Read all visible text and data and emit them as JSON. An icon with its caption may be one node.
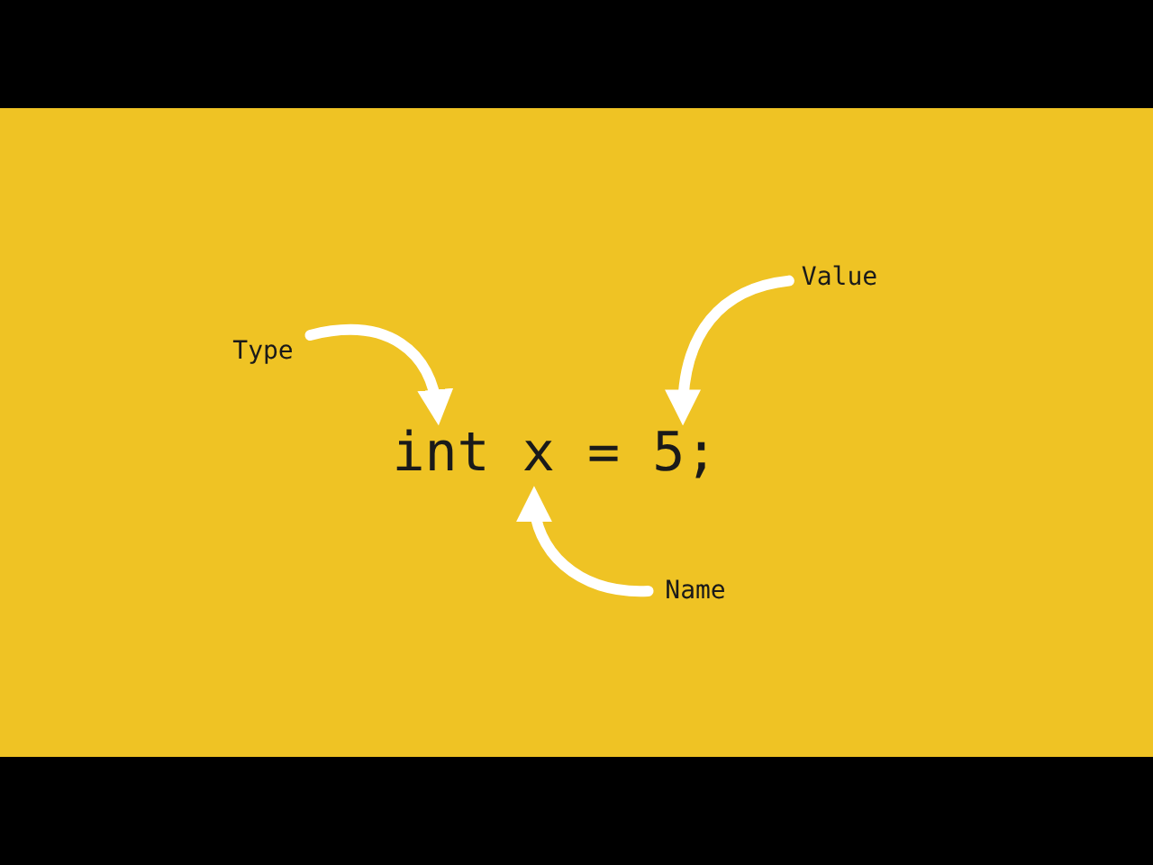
{
  "diagram": {
    "nodes": [
      {
        "text": [
          "Type"
        ]
      },
      {
        "text": [
          "Value"
        ]
      },
      {
        "text": [
          "Name"
        ]
      },
      {
        "text": [
          "int x = 5;"
        ]
      }
    ],
    "edges": [
      {
        "from": 0,
        "to": 3,
        "arrow": "to"
      },
      {
        "from": 1,
        "to": 3,
        "arrow": "to"
      },
      {
        "from": 2,
        "to": 3,
        "arrow": "to"
      }
    ]
  }
}
